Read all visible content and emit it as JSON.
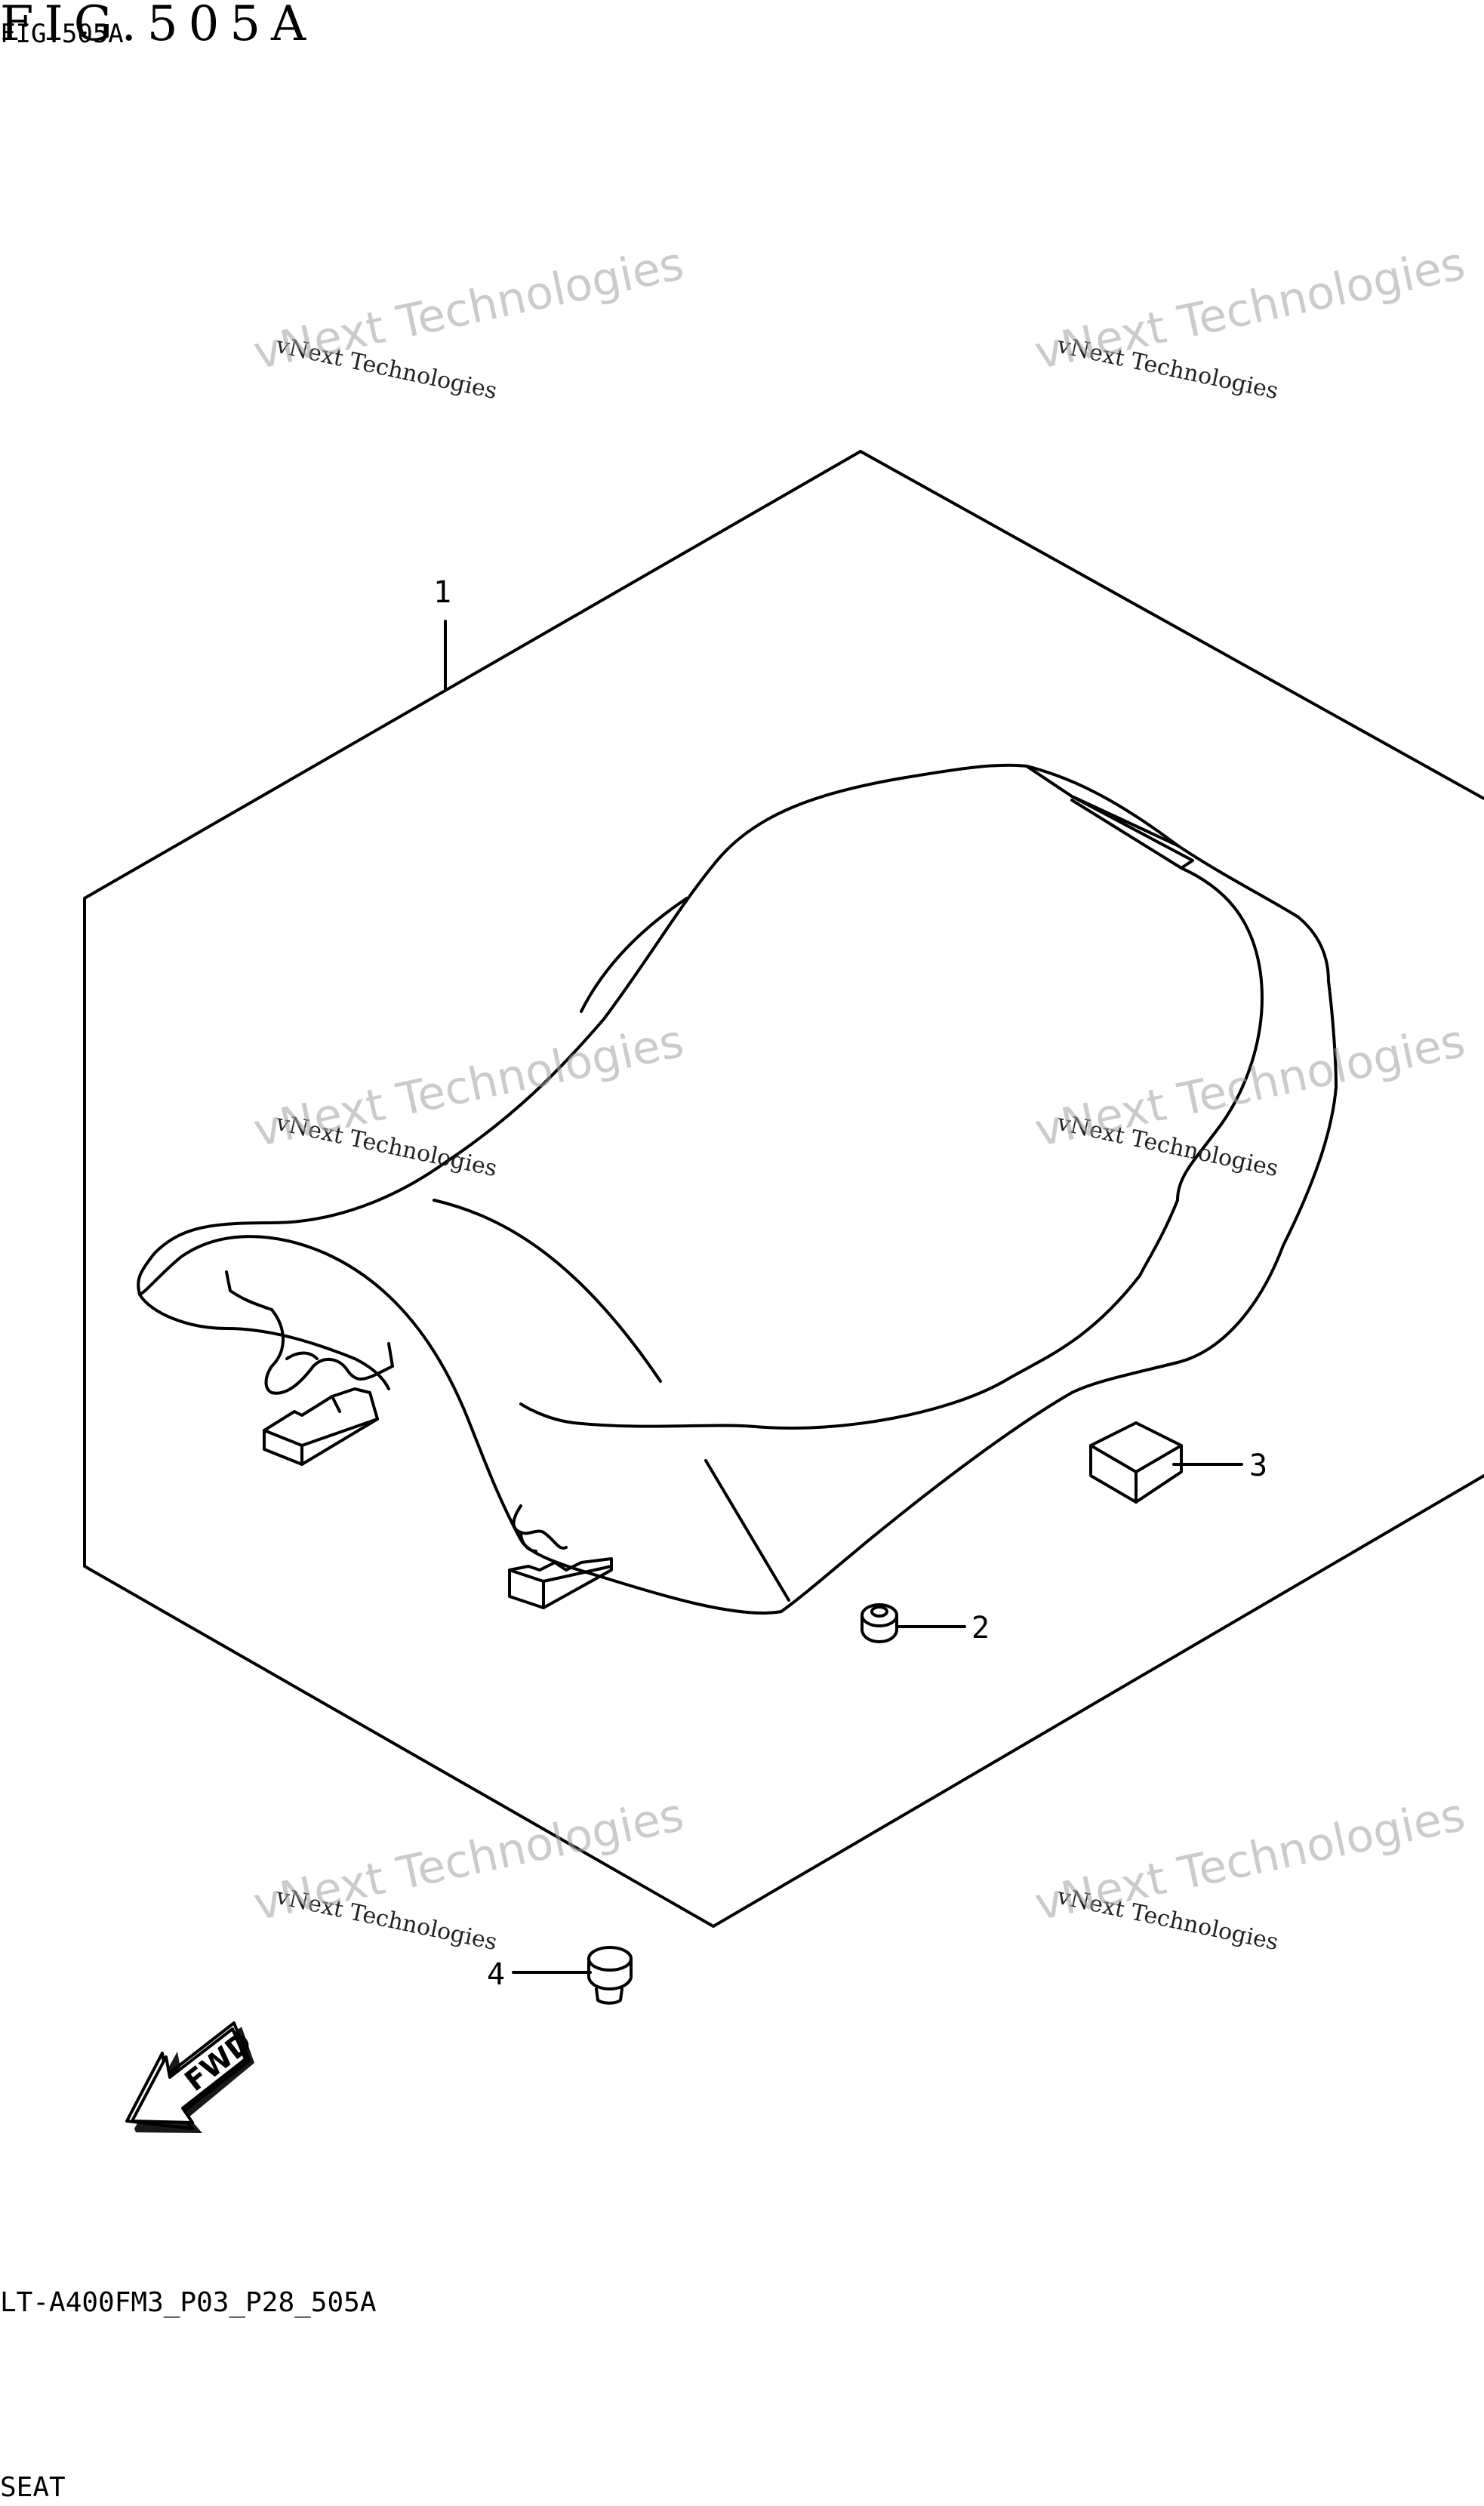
{
  "figure": {
    "title": "FIG.505A",
    "title_overprint": "FIG.505A",
    "code": "LT-A400FM3_P03_P28_505A",
    "name": "SEAT"
  },
  "callouts": [
    "1",
    "2",
    "3",
    "4"
  ],
  "arrow_label": "FWD",
  "watermark": {
    "line1": "vNext Technologies",
    "line2": "vNext Technologies"
  },
  "colors": {
    "line": "#000000",
    "background": "#ffffff",
    "watermark": "#a0a0a0"
  }
}
